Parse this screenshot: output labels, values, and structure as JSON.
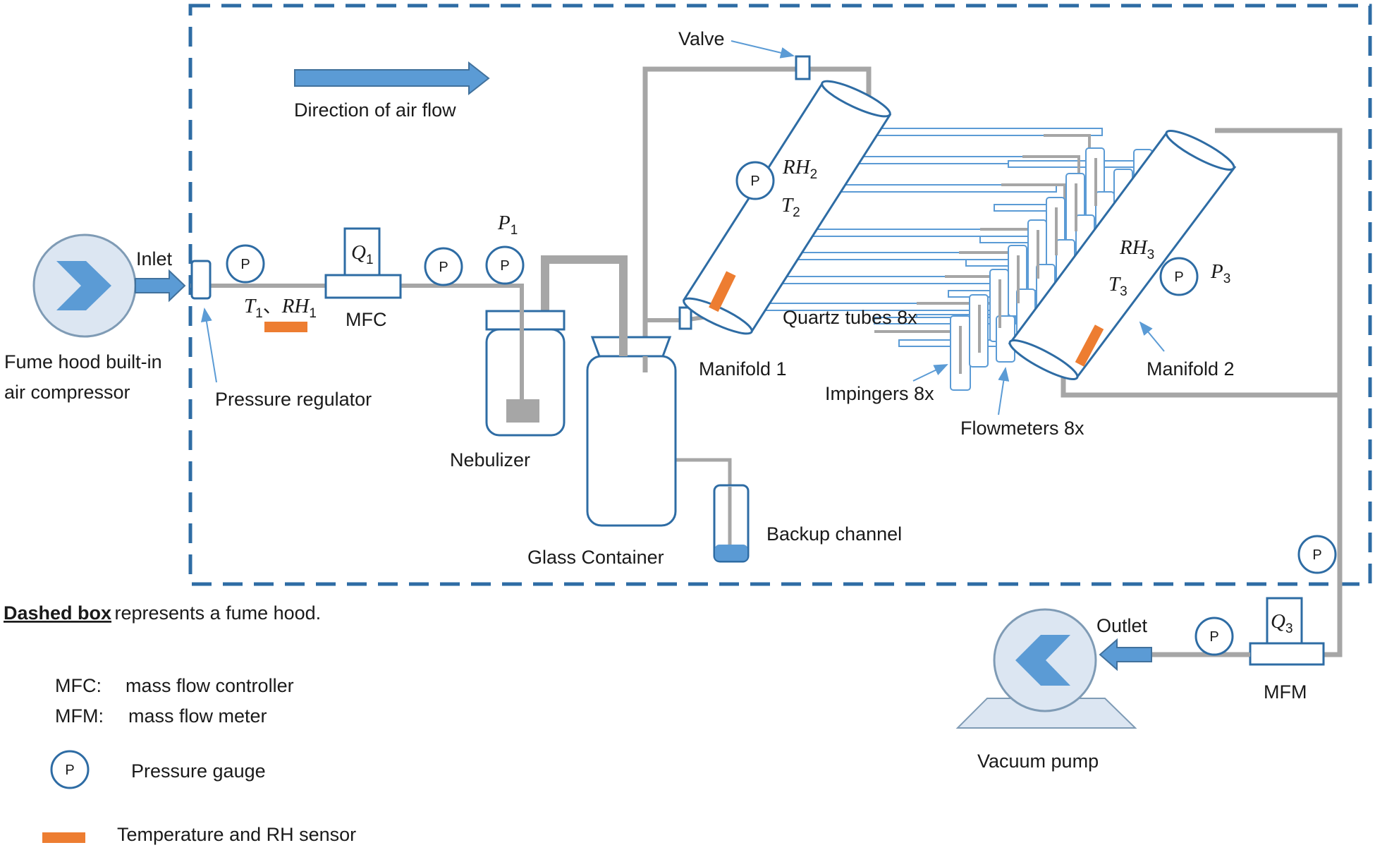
{
  "labels": {
    "inlet": "Inlet",
    "outlet": "Outlet",
    "valve": "Valve",
    "direction": "Direction of air flow",
    "compressor_line1": "Fume hood built-in",
    "compressor_line2": "air compressor",
    "pressure_regulator": "Pressure regulator",
    "mfc": "MFC",
    "nebulizer": "Nebulizer",
    "glass_container": "Glass Container",
    "backup_channel": "Backup channel",
    "manifold1": "Manifold 1",
    "manifold2": "Manifold 2",
    "quartz_tubes": "Quartz tubes 8x",
    "impingers": "Impingers 8x",
    "flowmeters": "Flowmeters 8x",
    "mfm": "MFM",
    "vacuum_pump": "Vacuum pump",
    "gauge_letter": "P"
  },
  "symbols": {
    "q1": "Q",
    "q1_sub": "1",
    "q3": "Q",
    "q3_sub": "3",
    "p1": "P",
    "p1_sub": "1",
    "p3": "P",
    "p3_sub": "3",
    "t1": "T",
    "t1_sub": "1",
    "t1_sep": "、",
    "rh1": "RH",
    "rh1_sub": "1",
    "rh2": "RH",
    "rh2_sub": "2",
    "t2": "T",
    "t2_sub": "2",
    "rh3": "RH",
    "rh3_sub": "3",
    "t3": "T",
    "t3_sub": "3"
  },
  "legend": {
    "note_bold": "Dashed box",
    "note_rest": "represents a fume hood.",
    "mfc_abbr": "MFC:",
    "mfc_desc": "mass flow controller",
    "mfm_abbr": "MFM:",
    "mfm_desc": "mass flow meter",
    "pressure_gauge": "Pressure gauge",
    "sensor": "Temperature and RH sensor"
  },
  "colors": {
    "hood_dash": "#2e6ca4",
    "pipe": "#a6a6a6",
    "arrow": "#5b9bd5",
    "sensor": "#ed7d31",
    "pump_body": "#dce6f2"
  }
}
